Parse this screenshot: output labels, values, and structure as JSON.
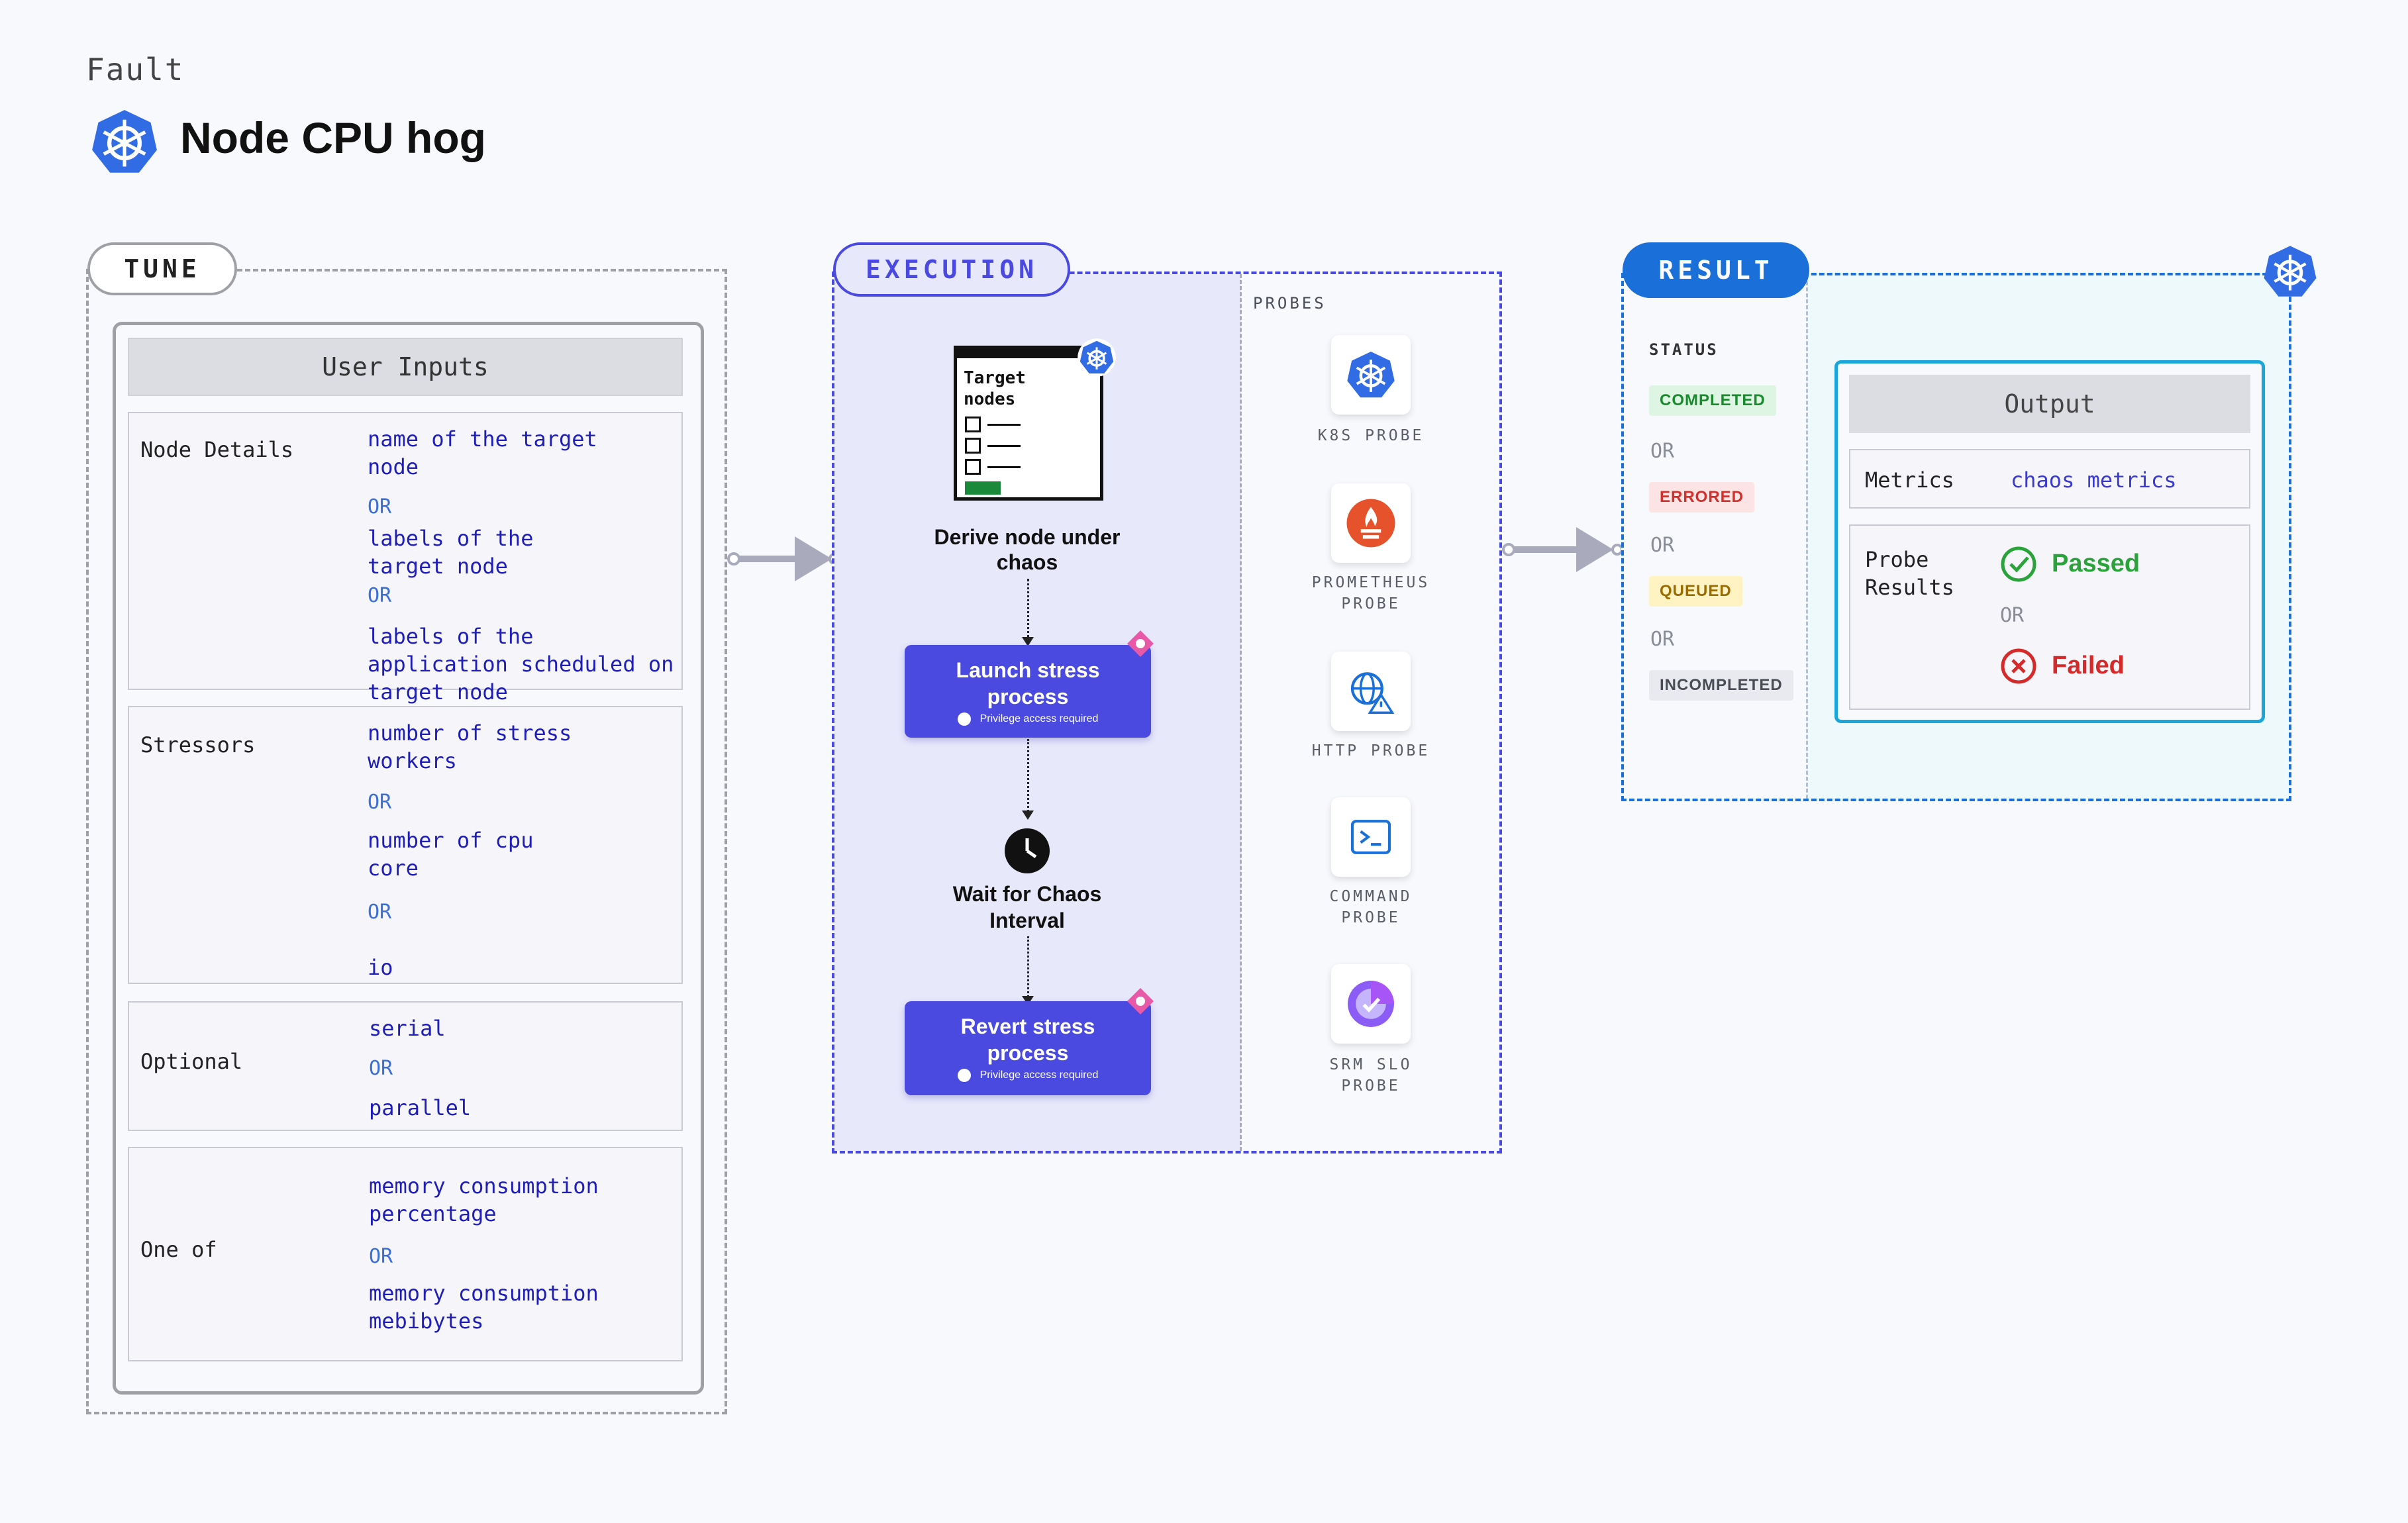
{
  "header": {
    "kicker": "Fault",
    "title": "Node CPU hog",
    "icon": "kubernetes-icon"
  },
  "tune": {
    "label": "TUNE",
    "user_inputs_title": "User Inputs",
    "groups": [
      {
        "label": "Node Details",
        "values": [
          "name of the target node",
          "OR",
          "labels of the target node",
          "OR",
          "labels of the application scheduled on target node"
        ]
      },
      {
        "label": "Stressors",
        "values": [
          "number of stress workers",
          "OR",
          "number of cpu core",
          "OR",
          "io"
        ]
      },
      {
        "label": "Optional",
        "values": [
          "serial",
          "OR",
          "parallel"
        ]
      },
      {
        "label": "One of",
        "values": [
          "memory consumption percentage",
          "OR",
          "memory consumption mebibytes"
        ]
      }
    ]
  },
  "execution": {
    "label": "EXECUTION",
    "target_title": "Target nodes",
    "derive": "Derive node under chaos",
    "launch": "Launch stress process",
    "privilege": "Privilege access required",
    "wait": "Wait for Chaos Interval",
    "revert": "Revert stress process",
    "probes_title": "PROBES",
    "probes": [
      {
        "label": "K8S PROBE",
        "icon": "kubernetes-icon"
      },
      {
        "label": "PROMETHEUS PROBE",
        "icon": "prometheus-icon"
      },
      {
        "label": "HTTP PROBE",
        "icon": "globe-warning-icon"
      },
      {
        "label": "COMMAND PROBE",
        "icon": "terminal-icon"
      },
      {
        "label": "SRM SLO PROBE",
        "icon": "slo-gauge-icon"
      }
    ]
  },
  "result": {
    "label": "RESULT",
    "status_title": "STATUS",
    "statuses": [
      {
        "label": "COMPLETED",
        "color": "#1a8a2e",
        "bg": "#dff5e3"
      },
      {
        "label": "ERRORED",
        "color": "#d0312d",
        "bg": "#fde4e4"
      },
      {
        "label": "QUEUED",
        "color": "#9a6b00",
        "bg": "#fff3c4"
      },
      {
        "label": "INCOMPLETED",
        "color": "#4a4d57",
        "bg": "#e9eaf0"
      }
    ],
    "or": "OR",
    "output_title": "Output",
    "metrics_label": "Metrics",
    "metrics_value": "chaos metrics",
    "probe_results_label": "Probe Results",
    "passed": "Passed",
    "failed": "Failed"
  },
  "colors": {
    "accent": "#4a4ae0",
    "result_blue": "#1a6fd8",
    "k8s_blue": "#326ce5",
    "passed_green": "#2aa43a",
    "failed_red": "#d62a2a"
  }
}
